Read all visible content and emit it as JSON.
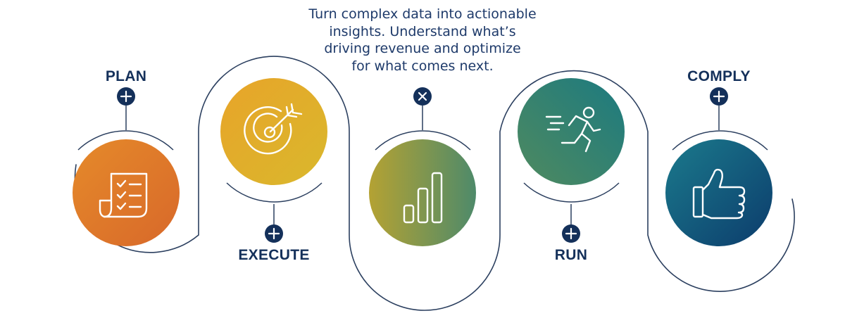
{
  "description_lines": [
    "Turn complex data into actionable",
    "insights. Understand what’s",
    "driving revenue and optimize",
    "for what comes next."
  ],
  "steps": [
    {
      "label": "PLAN",
      "icon": "checklist-icon",
      "button": "plus",
      "colors": [
        "#e58a2a",
        "#d8682a"
      ]
    },
    {
      "label": "EXECUTE",
      "icon": "target-icon",
      "button": "plus",
      "colors": [
        "#e8a42a",
        "#d9b82c"
      ]
    },
    {
      "label": "",
      "icon": "bar-chart-icon",
      "button": "close",
      "colors": [
        "#b4a233",
        "#4e8a6a"
      ]
    },
    {
      "label": "RUN",
      "icon": "running-person-icon",
      "button": "plus",
      "colors": [
        "#4f8a5f",
        "#1c7a80"
      ]
    },
    {
      "label": "COMPLY",
      "icon": "thumbs-up-icon",
      "button": "plus",
      "colors": [
        "#1b7a8c",
        "#0c3c6c"
      ]
    }
  ],
  "colors": {
    "navy": "#14305a",
    "connector": "#2b3f5f"
  }
}
